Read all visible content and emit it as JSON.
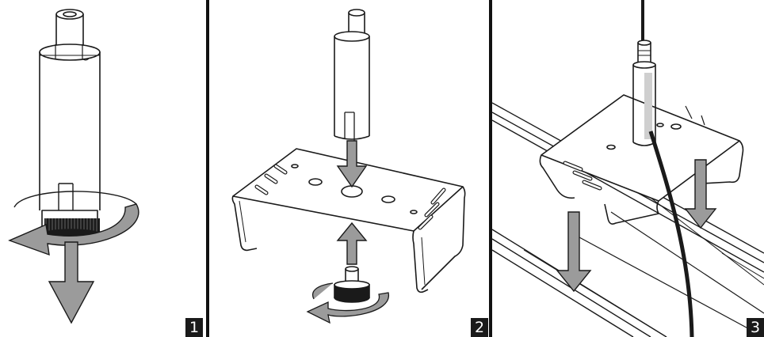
{
  "steps": [
    {
      "number": "1"
    },
    {
      "number": "2"
    },
    {
      "number": "3"
    }
  ],
  "colors": {
    "line": "#1a1a1a",
    "arrow_fill": "#9b9b9b",
    "badge_bg": "#1a1a1a",
    "badge_text": "#ffffff",
    "divider": "#111111"
  },
  "icons": [
    "rotate-arrow-icon",
    "down-arrow-icon",
    "up-arrow-icon",
    "cable-icon"
  ]
}
